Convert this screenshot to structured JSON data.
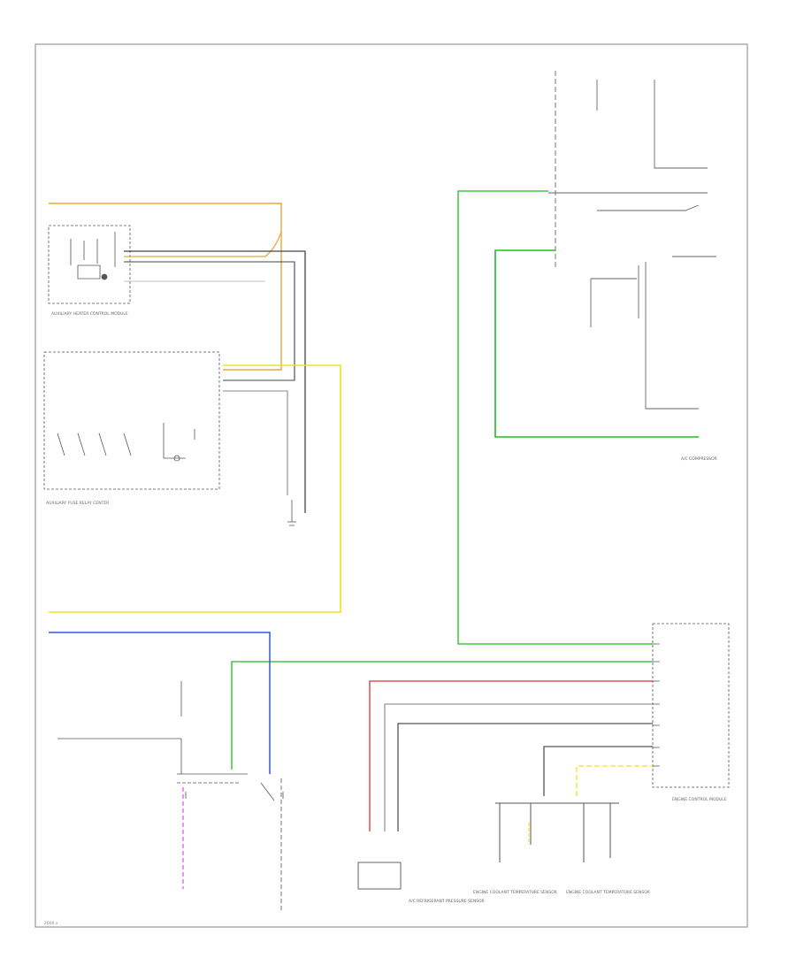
{
  "labels": {
    "engine_control_module": "ENGINE CONTROL MODULE",
    "a_c_compressor": "A/C COMPRESSOR",
    "aux_heater_control_module": "AUXILIARY HEATER CONTROL MODULE",
    "aux_fuse_relay_center": "AUXILIARY FUSE RELAY CENTER",
    "a_c_refrigerant_pressure_sensor": "A/C REFRIGERANT PRESSURE SENSOR",
    "engine_coolant_temperature_sensor_1": "ENGINE COOLANT TEMPERATURE SENSOR",
    "engine_coolant_temperature_sensor_2": "ENGINE COOLANT TEMPERATURE SENSOR",
    "page_ref": "2000 x"
  },
  "colors": {
    "green": "#22bb22",
    "yellow": "#f0e21e",
    "orange": "#e8a63a",
    "blue": "#3355dd",
    "red": "#dd3333",
    "magenta": "#e060e0",
    "gray": "#888888",
    "dark": "#444444",
    "black": "#222222",
    "frame": "#999999"
  }
}
